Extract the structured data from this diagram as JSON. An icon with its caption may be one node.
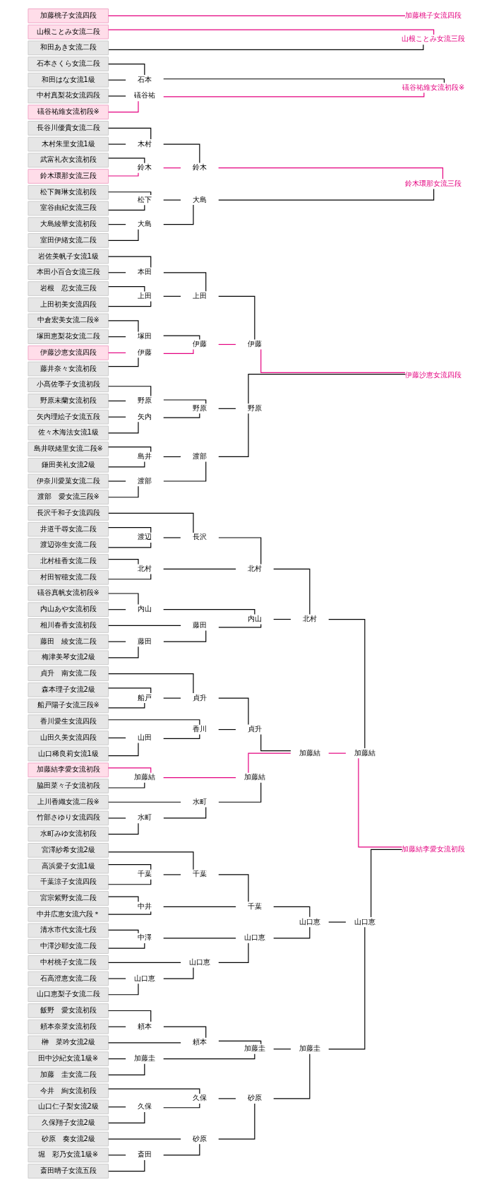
{
  "diagram": {
    "nodes": [
      {
        "text": [
          "榊　菜吟女流2級"
        ]
      },
      {
        "text": [
          "飯野　愛女流初段"
        ]
      },
      {
        "text": [
          "頼本奈菜女流初段"
        ]
      },
      {
        "text": [
          "田中沙紀女流1級※"
        ]
      },
      {
        "text": [
          "加藤　圭女流二段"
        ]
      },
      {
        "text": [
          "砂原　奏女流2級"
        ]
      },
      {
        "text": [
          "斎田晴子女流五段"
        ]
      },
      {
        "text": [
          "堀　彩乃女流1級※"
        ]
      },
      {
        "text": [
          "山口仁子梨女流2級"
        ]
      },
      {
        "text": [
          "久保翔子女流2級"
        ]
      },
      {
        "text": [
          "今井　絢女流初段"
        ]
      },
      {
        "text": [
          "宮澤紗希女流2級"
        ]
      },
      {
        "text": [
          "高浜愛子女流1級"
        ]
      },
      {
        "text": [
          "千葉涼子女流四段"
        ]
      },
      {
        "text": [
          "宮宗紫野女流二段"
        ]
      },
      {
        "text": [
          "中井広恵女流六段＊"
        ]
      },
      {
        "text": [
          "清水市代女流七段"
        ]
      },
      {
        "text": [
          "中澤沙耶女流二段"
        ]
      },
      {
        "text": [
          "石高澄恵女流二段"
        ]
      },
      {
        "text": [
          "山口恵梨子女流二段"
        ]
      },
      {
        "text": [
          "中村桃子女流二段"
        ]
      },
      {
        "text": [
          "長沢千和子女流四段"
        ]
      },
      {
        "text": [
          "井道千尋女流二段"
        ]
      },
      {
        "text": [
          "渡辺弥生女流二段"
        ]
      },
      {
        "text": [
          "北村桂香女流二段"
        ]
      },
      {
        "text": [
          "村田智穂女流二段"
        ]
      },
      {
        "text": [
          "礒谷真帆女流初段※"
        ]
      },
      {
        "text": [
          "内山あや女流初段"
        ]
      },
      {
        "text": [
          "藤田　綾女流二段"
        ]
      },
      {
        "text": [
          "梅津美琴女流2級"
        ]
      },
      {
        "text": [
          "相川春香女流初段"
        ]
      },
      {
        "text": [
          "貞升　南女流二段"
        ]
      },
      {
        "text": [
          "森本理子女流2級"
        ]
      },
      {
        "text": [
          "船戸陽子女流三段※"
        ]
      },
      {
        "text": [
          "山田久美女流四段"
        ]
      },
      {
        "text": [
          "山口稀良莉女流1級"
        ]
      },
      {
        "text": [
          "香川愛生女流四段"
        ]
      },
      {
        "text": [
          "加藤結李愛女流初段"
        ]
      },
      {
        "text": [
          "脇田菜々子女流初段"
        ]
      },
      {
        "text": [
          "竹部さゆり女流四段"
        ]
      },
      {
        "text": [
          "水町みゆ女流初段"
        ]
      },
      {
        "text": [
          "上川香織女流二段※"
        ]
      },
      {
        "text": [
          "小髙佐季子女流初段"
        ]
      },
      {
        "text": [
          "野原未蘭女流初段"
        ]
      },
      {
        "text": [
          "矢内理絵子女流五段"
        ]
      },
      {
        "text": [
          "佐々木海法女流1級"
        ]
      },
      {
        "text": [
          "伊奈川愛菓女流二段"
        ]
      },
      {
        "text": [
          "渡部　愛女流三段※"
        ]
      },
      {
        "text": [
          "島井咲緒里女流二段※"
        ]
      },
      {
        "text": [
          "鎌田美礼女流2級"
        ]
      },
      {
        "text": [
          "岩佐美帆子女流1級"
        ]
      },
      {
        "text": [
          "本田小百合女流三段"
        ]
      },
      {
        "text": [
          "岩根　忍女流三段"
        ]
      },
      {
        "text": [
          "上田初美女流四段"
        ]
      },
      {
        "text": [
          "中倉宏美女流二段※"
        ]
      },
      {
        "text": [
          "塚田恵梨花女流二段"
        ]
      },
      {
        "text": [
          "伊藤沙恵女流四段"
        ]
      },
      {
        "text": [
          "藤井奈々女流初段"
        ]
      },
      {
        "text": [
          "長谷川優貴女流二段"
        ]
      },
      {
        "text": [
          "木村朱里女流1級"
        ]
      },
      {
        "text": [
          "武富礼衣女流初段"
        ]
      },
      {
        "text": [
          "鈴木環那女流三段"
        ]
      },
      {
        "text": [
          "大島綾華女流初段"
        ]
      },
      {
        "text": [
          "室田伊緒女流二段"
        ]
      },
      {
        "text": [
          "松下舞琳女流初段"
        ]
      },
      {
        "text": [
          "室谷由紀女流三段"
        ]
      },
      {
        "text": [
          "石本さくら女流二段"
        ]
      },
      {
        "text": [
          "和田はな女流1級"
        ]
      },
      {
        "text": [
          "中村真梨花女流四段"
        ]
      },
      {
        "text": [
          "礒谷祐維女流初段※"
        ]
      },
      {
        "text": [
          "山根ことみ女流二段"
        ]
      },
      {
        "text": [
          "和田あき女流二段"
        ]
      },
      {
        "text": [
          "加藤桃子女流四段"
        ]
      },
      {
        "text": [
          "頼本"
        ]
      },
      {
        "text": [
          "頼本"
        ]
      },
      {
        "text": [
          "加藤圭"
        ]
      },
      {
        "text": [
          "加藤圭"
        ]
      },
      {
        "text": [
          "斎田"
        ]
      },
      {
        "text": [
          "砂原"
        ]
      },
      {
        "text": [
          "久保"
        ]
      },
      {
        "text": [
          "久保"
        ]
      },
      {
        "text": [
          "砂原"
        ]
      },
      {
        "text": [
          "加藤圭"
        ]
      },
      {
        "text": [
          "千葉"
        ]
      },
      {
        "text": [
          "千葉"
        ]
      },
      {
        "text": [
          "中井"
        ]
      },
      {
        "text": [
          "千葉"
        ]
      },
      {
        "text": [
          "中澤"
        ]
      },
      {
        "text": [
          "山口恵"
        ]
      },
      {
        "text": [
          "山口恵"
        ]
      },
      {
        "text": [
          "山口恵"
        ]
      },
      {
        "text": [
          "山口恵"
        ]
      },
      {
        "text": [
          "山口恵"
        ]
      },
      {
        "text": [
          "渡辺"
        ]
      },
      {
        "text": [
          "長沢"
        ]
      },
      {
        "text": [
          "北村"
        ]
      },
      {
        "text": [
          "北村"
        ]
      },
      {
        "text": [
          "内山"
        ]
      },
      {
        "text": [
          "藤田"
        ]
      },
      {
        "text": [
          "藤田"
        ]
      },
      {
        "text": [
          "内山"
        ]
      },
      {
        "text": [
          "北村"
        ]
      },
      {
        "text": [
          "船戸"
        ]
      },
      {
        "text": [
          "貞升"
        ]
      },
      {
        "text": [
          "山田"
        ]
      },
      {
        "text": [
          "香川"
        ]
      },
      {
        "text": [
          "貞升"
        ]
      },
      {
        "text": [
          "加藤結"
        ]
      },
      {
        "text": [
          "水町"
        ]
      },
      {
        "text": [
          "水町"
        ]
      },
      {
        "text": [
          "加藤結"
        ]
      },
      {
        "text": [
          "加藤結"
        ]
      },
      {
        "text": [
          "加藤結"
        ]
      },
      {
        "text": [
          "加藤結李愛女流初段"
        ]
      },
      {
        "text": [
          "野原"
        ]
      },
      {
        "text": [
          "矢内"
        ]
      },
      {
        "text": [
          "野原"
        ]
      },
      {
        "text": [
          "渡部"
        ]
      },
      {
        "text": [
          "島井"
        ]
      },
      {
        "text": [
          "渡部"
        ]
      },
      {
        "text": [
          "野原"
        ]
      },
      {
        "text": [
          "本田"
        ]
      },
      {
        "text": [
          "上田"
        ]
      },
      {
        "text": [
          "上田"
        ]
      },
      {
        "text": [
          "塚田"
        ]
      },
      {
        "text": [
          "伊藤"
        ]
      },
      {
        "text": [
          "伊藤"
        ]
      },
      {
        "text": [
          "伊藤"
        ]
      },
      {
        "text": [
          "伊藤沙恵女流四段"
        ]
      },
      {
        "text": [
          "木村"
        ]
      },
      {
        "text": [
          "鈴木"
        ]
      },
      {
        "text": [
          "鈴木"
        ]
      },
      {
        "text": [
          "大島"
        ]
      },
      {
        "text": [
          "松下"
        ]
      },
      {
        "text": [
          "大島"
        ]
      },
      {
        "text": [
          "鈴木環那女流三段"
        ]
      },
      {
        "text": [
          "石本"
        ]
      },
      {
        "text": [
          "礒谷祐"
        ]
      },
      {
        "text": [
          "礒谷祐維女流初段※"
        ]
      },
      {
        "text": [
          "山根ことみ女流三段"
        ]
      },
      {
        "text": [
          "加藤桃子女流四段"
        ]
      }
    ],
    "edges": [
      {
        "from": 1,
        "to": 73,
        "arrow": "none"
      },
      {
        "from": 2,
        "to": 73,
        "arrow": "none"
      },
      {
        "from": 0,
        "to": 74,
        "arrow": "none"
      },
      {
        "from": 73,
        "to": 74,
        "arrow": "none"
      },
      {
        "from": 3,
        "to": 75,
        "arrow": "none"
      },
      {
        "from": 4,
        "to": 75,
        "arrow": "none"
      },
      {
        "from": 74,
        "to": 76,
        "arrow": "none"
      },
      {
        "from": 75,
        "to": 76,
        "arrow": "none"
      },
      {
        "from": 6,
        "to": 77,
        "arrow": "none"
      },
      {
        "from": 7,
        "to": 77,
        "arrow": "none"
      },
      {
        "from": 5,
        "to": 78,
        "arrow": "none"
      },
      {
        "from": 77,
        "to": 78,
        "arrow": "none"
      },
      {
        "from": 8,
        "to": 79,
        "arrow": "none"
      },
      {
        "from": 9,
        "to": 79,
        "arrow": "none"
      },
      {
        "from": 79,
        "to": 80,
        "arrow": "none"
      },
      {
        "from": 10,
        "to": 80,
        "arrow": "none"
      },
      {
        "from": 78,
        "to": 81,
        "arrow": "none"
      },
      {
        "from": 80,
        "to": 81,
        "arrow": "none"
      },
      {
        "from": 76,
        "to": 82,
        "arrow": "none"
      },
      {
        "from": 81,
        "to": 82,
        "arrow": "none"
      },
      {
        "from": 12,
        "to": 83,
        "arrow": "none"
      },
      {
        "from": 13,
        "to": 83,
        "arrow": "none"
      },
      {
        "from": 11,
        "to": 84,
        "arrow": "none"
      },
      {
        "from": 83,
        "to": 84,
        "arrow": "none"
      },
      {
        "from": 14,
        "to": 85,
        "arrow": "none"
      },
      {
        "from": 15,
        "to": 85,
        "arrow": "none"
      },
      {
        "from": 84,
        "to": 86,
        "arrow": "none"
      },
      {
        "from": 85,
        "to": 86,
        "arrow": "none"
      },
      {
        "from": 16,
        "to": 87,
        "arrow": "none"
      },
      {
        "from": 17,
        "to": 87,
        "arrow": "none"
      },
      {
        "from": 18,
        "to": 88,
        "arrow": "none"
      },
      {
        "from": 19,
        "to": 88,
        "arrow": "none"
      },
      {
        "from": 88,
        "to": 89,
        "arrow": "none"
      },
      {
        "from": 20,
        "to": 89,
        "arrow": "none"
      },
      {
        "from": 87,
        "to": 90,
        "arrow": "none"
      },
      {
        "from": 89,
        "to": 90,
        "arrow": "none"
      },
      {
        "from": 86,
        "to": 91,
        "arrow": "none"
      },
      {
        "from": 90,
        "to": 91,
        "arrow": "none"
      },
      {
        "from": 82,
        "to": 92,
        "arrow": "none"
      },
      {
        "from": 91,
        "to": 92,
        "arrow": "none"
      },
      {
        "from": 22,
        "to": 93,
        "arrow": "none"
      },
      {
        "from": 23,
        "to": 93,
        "arrow": "none"
      },
      {
        "from": 21,
        "to": 94,
        "arrow": "none"
      },
      {
        "from": 93,
        "to": 94,
        "arrow": "none"
      },
      {
        "from": 24,
        "to": 95,
        "arrow": "none"
      },
      {
        "from": 25,
        "to": 95,
        "arrow": "none"
      },
      {
        "from": 94,
        "to": 96,
        "arrow": "none"
      },
      {
        "from": 95,
        "to": 96,
        "arrow": "none"
      },
      {
        "from": 26,
        "to": 97,
        "arrow": "none"
      },
      {
        "from": 27,
        "to": 97,
        "arrow": "none"
      },
      {
        "from": 28,
        "to": 98,
        "arrow": "none"
      },
      {
        "from": 29,
        "to": 98,
        "arrow": "none"
      },
      {
        "from": 98,
        "to": 99,
        "arrow": "none"
      },
      {
        "from": 30,
        "to": 99,
        "arrow": "none"
      },
      {
        "from": 97,
        "to": 100,
        "arrow": "none"
      },
      {
        "from": 99,
        "to": 100,
        "arrow": "none"
      },
      {
        "from": 96,
        "to": 101,
        "arrow": "none"
      },
      {
        "from": 100,
        "to": 101,
        "arrow": "none"
      },
      {
        "from": 32,
        "to": 102,
        "arrow": "none"
      },
      {
        "from": 33,
        "to": 102,
        "arrow": "none"
      },
      {
        "from": 31,
        "to": 103,
        "arrow": "none"
      },
      {
        "from": 102,
        "to": 103,
        "arrow": "none"
      },
      {
        "from": 34,
        "to": 104,
        "arrow": "none"
      },
      {
        "from": 35,
        "to": 104,
        "arrow": "none"
      },
      {
        "from": 104,
        "to": 105,
        "arrow": "none"
      },
      {
        "from": 36,
        "to": 105,
        "arrow": "none"
      },
      {
        "from": 103,
        "to": 106,
        "arrow": "none"
      },
      {
        "from": 105,
        "to": 106,
        "arrow": "none"
      },
      {
        "from": 37,
        "to": 107,
        "arrow": "none",
        "color": "#e4007f"
      },
      {
        "from": 38,
        "to": 107,
        "arrow": "none"
      },
      {
        "from": 39,
        "to": 108,
        "arrow": "none"
      },
      {
        "from": 40,
        "to": 108,
        "arrow": "none"
      },
      {
        "from": 108,
        "to": 109,
        "arrow": "none"
      },
      {
        "from": 41,
        "to": 109,
        "arrow": "none"
      },
      {
        "from": 107,
        "to": 110,
        "arrow": "none",
        "color": "#e4007f"
      },
      {
        "from": 109,
        "to": 110,
        "arrow": "none"
      },
      {
        "from": 106,
        "to": 111,
        "arrow": "none"
      },
      {
        "from": 110,
        "to": 111,
        "arrow": "none",
        "color": "#e4007f"
      },
      {
        "from": 101,
        "to": 112,
        "arrow": "none"
      },
      {
        "from": 111,
        "to": 112,
        "arrow": "none",
        "color": "#e4007f"
      },
      {
        "from": 92,
        "to": 113,
        "arrow": "none"
      },
      {
        "from": 112,
        "to": 113,
        "arrow": "none",
        "color": "#e4007f"
      },
      {
        "from": 42,
        "to": 114,
        "arrow": "none"
      },
      {
        "from": 43,
        "to": 114,
        "arrow": "none"
      },
      {
        "from": 44,
        "to": 115,
        "arrow": "none"
      },
      {
        "from": 45,
        "to": 115,
        "arrow": "none"
      },
      {
        "from": 114,
        "to": 116,
        "arrow": "none"
      },
      {
        "from": 115,
        "to": 116,
        "arrow": "none"
      },
      {
        "from": 46,
        "to": 117,
        "arrow": "none"
      },
      {
        "from": 47,
        "to": 117,
        "arrow": "none"
      },
      {
        "from": 48,
        "to": 118,
        "arrow": "none"
      },
      {
        "from": 49,
        "to": 118,
        "arrow": "none"
      },
      {
        "from": 117,
        "to": 119,
        "arrow": "none"
      },
      {
        "from": 118,
        "to": 119,
        "arrow": "none"
      },
      {
        "from": 116,
        "to": 120,
        "arrow": "none"
      },
      {
        "from": 119,
        "to": 120,
        "arrow": "none"
      },
      {
        "from": 50,
        "to": 121,
        "arrow": "none"
      },
      {
        "from": 51,
        "to": 121,
        "arrow": "none"
      },
      {
        "from": 52,
        "to": 122,
        "arrow": "none"
      },
      {
        "from": 53,
        "to": 122,
        "arrow": "none"
      },
      {
        "from": 121,
        "to": 123,
        "arrow": "none"
      },
      {
        "from": 122,
        "to": 123,
        "arrow": "none"
      },
      {
        "from": 54,
        "to": 124,
        "arrow": "none"
      },
      {
        "from": 55,
        "to": 124,
        "arrow": "none"
      },
      {
        "from": 56,
        "to": 125,
        "arrow": "none",
        "color": "#e4007f"
      },
      {
        "from": 57,
        "to": 125,
        "arrow": "none"
      },
      {
        "from": 124,
        "to": 126,
        "arrow": "none"
      },
      {
        "from": 125,
        "to": 126,
        "arrow": "none",
        "color": "#e4007f"
      },
      {
        "from": 123,
        "to": 127,
        "arrow": "none"
      },
      {
        "from": 126,
        "to": 127,
        "arrow": "none",
        "color": "#e4007f"
      },
      {
        "from": 120,
        "to": 128,
        "arrow": "none"
      },
      {
        "from": 127,
        "to": 128,
        "arrow": "none",
        "color": "#e4007f"
      },
      {
        "from": 58,
        "to": 129,
        "arrow": "none"
      },
      {
        "from": 59,
        "to": 129,
        "arrow": "none"
      },
      {
        "from": 60,
        "to": 130,
        "arrow": "none"
      },
      {
        "from": 61,
        "to": 130,
        "arrow": "none",
        "color": "#e4007f"
      },
      {
        "from": 129,
        "to": 131,
        "arrow": "none"
      },
      {
        "from": 130,
        "to": 131,
        "arrow": "none",
        "color": "#e4007f"
      },
      {
        "from": 62,
        "to": 132,
        "arrow": "none"
      },
      {
        "from": 63,
        "to": 132,
        "arrow": "none"
      },
      {
        "from": 64,
        "to": 133,
        "arrow": "none"
      },
      {
        "from": 65,
        "to": 133,
        "arrow": "none"
      },
      {
        "from": 132,
        "to": 134,
        "arrow": "none"
      },
      {
        "from": 133,
        "to": 134,
        "arrow": "none"
      },
      {
        "from": 131,
        "to": 135,
        "arrow": "none",
        "color": "#e4007f"
      },
      {
        "from": 134,
        "to": 135,
        "arrow": "none"
      },
      {
        "from": 66,
        "to": 136,
        "arrow": "none"
      },
      {
        "from": 67,
        "to": 136,
        "arrow": "none"
      },
      {
        "from": 68,
        "to": 137,
        "arrow": "none"
      },
      {
        "from": 69,
        "to": 137,
        "arrow": "none",
        "color": "#e4007f"
      },
      {
        "from": 136,
        "to": 138,
        "arrow": "none"
      },
      {
        "from": 137,
        "to": 138,
        "arrow": "none",
        "color": "#e4007f"
      },
      {
        "from": 70,
        "to": 139,
        "arrow": "none",
        "color": "#e4007f"
      },
      {
        "from": 71,
        "to": 139,
        "arrow": "none"
      },
      {
        "from": 72,
        "to": 140,
        "arrow": "none",
        "color": "#e4007f"
      }
    ]
  }
}
